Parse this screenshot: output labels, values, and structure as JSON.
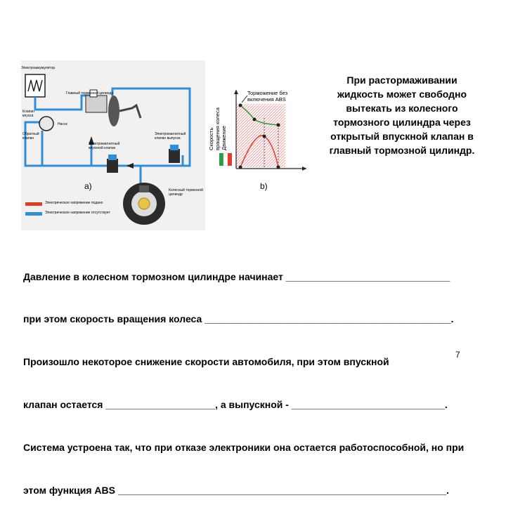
{
  "figure_a": {
    "panel_label": "a)",
    "labels": {
      "accumulator": "Электроаккумулятор",
      "master_cylinder": "Главный тормозной цилиндр",
      "intake_valve_left": "Клапан впуска",
      "pump": "Насос",
      "return_valve": "Обратный клапан",
      "solenoid_inlet": "Электромагнитный впускной клапан",
      "solenoid_outlet": "Электромагнитный клапан выпуска",
      "wheel_cylinder": "Колесный тормозной цилиндр"
    },
    "legend": [
      {
        "label": "Электрическое напряжение подано",
        "color": "#e23c2a"
      },
      {
        "label": "Электрическое напряжение отсутствует",
        "color": "#2e8fd8"
      }
    ],
    "line_color": "#2e8fd8"
  },
  "figure_b": {
    "panel_label": "b)",
    "title": "Торможение без включения ABS",
    "ylabel_lines": [
      "Скорость",
      "вращения колеса",
      "Движение"
    ],
    "flag_colors": [
      "#2e9d3b",
      "#ffffff",
      "#e23c2a"
    ],
    "hatch_color": "#f2a0a0"
  },
  "side_note": [
    "При растормаживании",
    "жидкость может свободно",
    "вытекать из колесного",
    "тормозного цилиндра через",
    "открытый впускной клапан  в",
    "главный тормозной цилиндр."
  ],
  "body_text": [
    "Давление в колесном тормозном цилиндре начинает ______________________________",
    "при этом скорость вращения колеса _____________________________________________.",
    "Произошло некоторое снижение скорости автомобиля, при этом впускной",
    "клапан остается ____________________, а выпускной - ____________________________.",
    "Система устроена так, что при отказе электроники она остается работоспособной, но при",
    "этом функция ABS ____________________________________________________________."
  ],
  "page_number": "7"
}
